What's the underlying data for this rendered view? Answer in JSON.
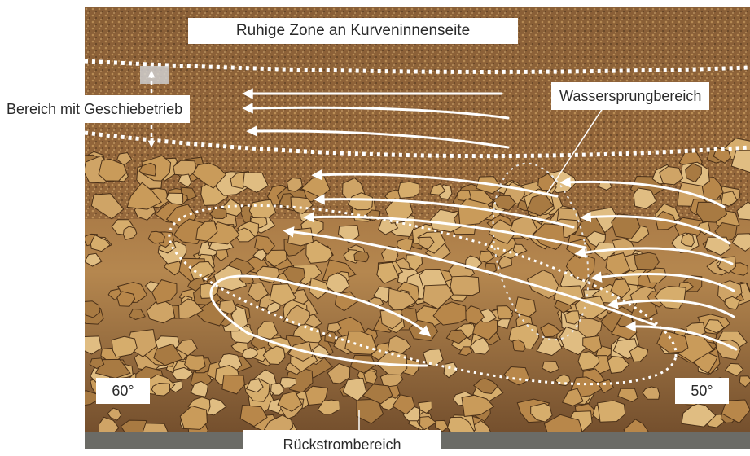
{
  "labels": {
    "top": "Ruhige Zone an Kurveninnenseite",
    "left": "Bereich mit Geschiebetrieb",
    "right": "Wassersprungbereich",
    "bottom": "Rückstrombereich",
    "angle_left": "60°",
    "angle_right": "50°"
  },
  "colors": {
    "gravel": "#9a6a3a",
    "stone": "#c99b5a",
    "arrow": "#ffffff",
    "dotted_line": "#ffffff"
  }
}
